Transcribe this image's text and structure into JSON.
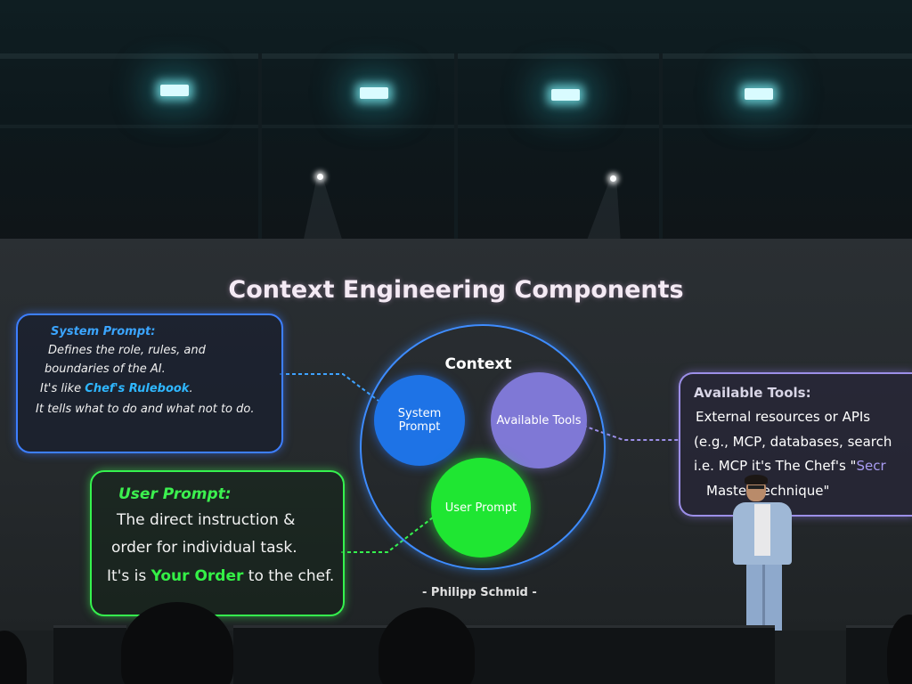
{
  "slide": {
    "title": "Context Engineering Components",
    "credit": "- Philipp Schmid -",
    "diagram": {
      "outer_label": "Context",
      "circle_system_line1": "System",
      "circle_system_line2": "Prompt",
      "circle_tools": "Available Tools",
      "circle_user": "User Prompt"
    },
    "system_box": {
      "heading": "System Prompt:",
      "line1": "Defines the role, rules, and",
      "line2": "boundaries of the AI.",
      "line3_pre": "It's like ",
      "line3_em": "Chef's Rulebook",
      "line3_post": ".",
      "line4": "It tells what to do and what not to do."
    },
    "user_box": {
      "heading": "User Prompt:",
      "line1": "The direct instruction &",
      "line2": "order for individual task.",
      "line3_pre": "It's is ",
      "line3_em": "Your Order",
      "line3_post": " to the chef."
    },
    "tools_box": {
      "heading": "Available Tools:",
      "line1": "External resources or APIs",
      "line2": "(e.g., MCP, databases, search",
      "line3_pre": "i.e. MCP it's The Chef's \"",
      "line3_em": "Secr",
      "line4": "Master Technique\""
    }
  },
  "colors": {
    "system": "#1e73e6",
    "tools": "#7f78d6",
    "user": "#1fe632",
    "ring": "#3e8cff"
  }
}
